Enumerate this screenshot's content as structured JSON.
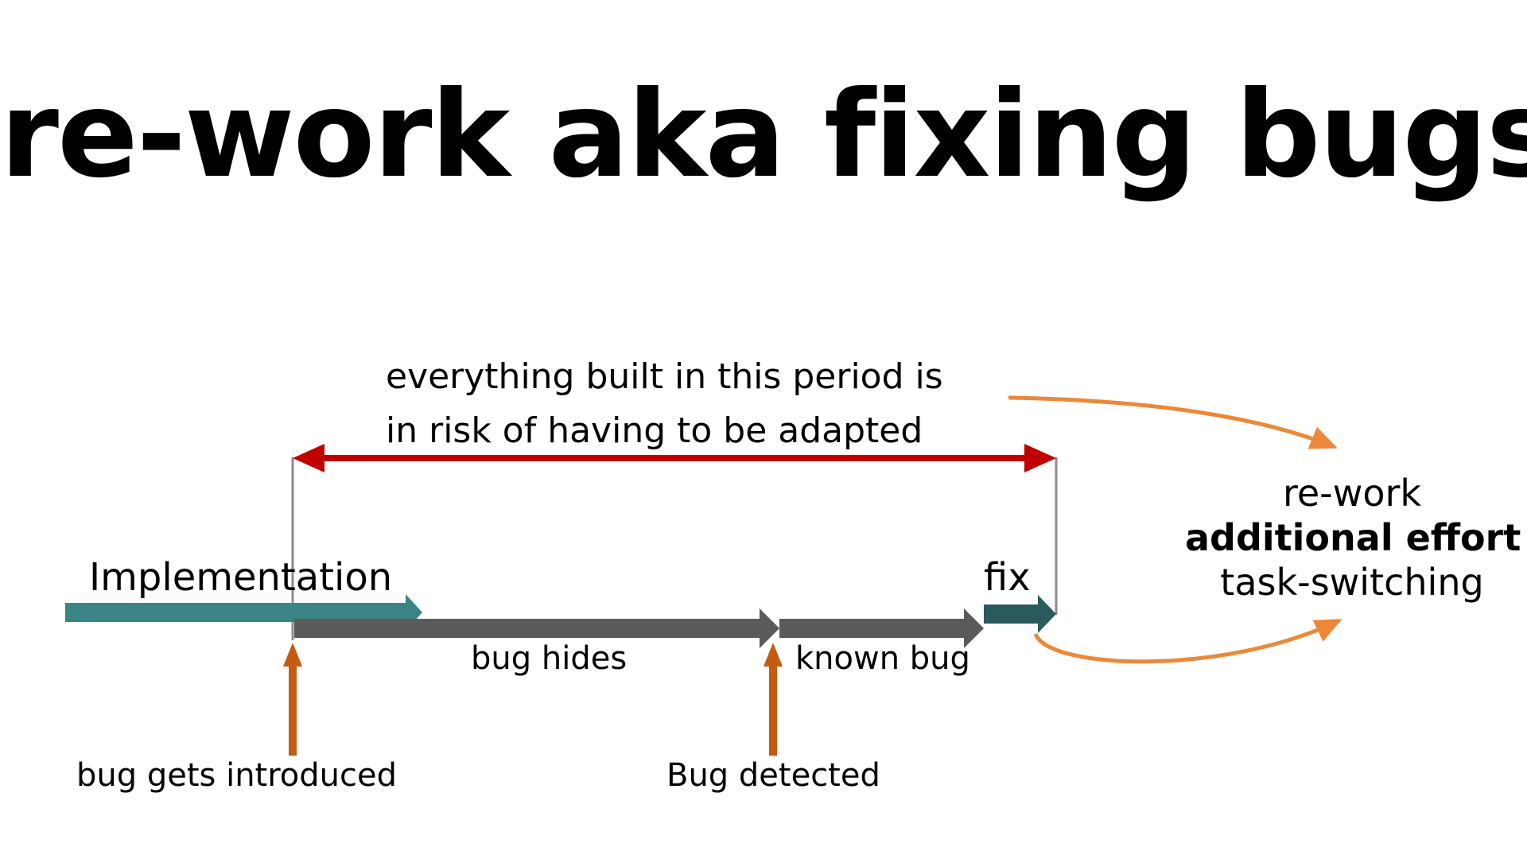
{
  "title": "re-work aka fixing bugs",
  "period_label": {
    "line1": "everything built in this period is",
    "line2": "in risk of having to be adapted"
  },
  "timeline": {
    "implementation": "Implementation",
    "bug_hides": "bug hides",
    "known_bug": "known bug",
    "fix": "fix"
  },
  "events": {
    "introduced": "bug gets introduced",
    "detected": "Bug detected"
  },
  "outcome": {
    "line1": "re-work",
    "line2": "additional effort",
    "line3": "task-switching"
  },
  "colors": {
    "implementation": "#3a8584",
    "bug_phase": "#5a5a5a",
    "fix": "#2b5a5e",
    "period_arrow": "#c00000",
    "event_arrow": "#c55a11",
    "outcome_arrow": "#ed8838",
    "guide_line": "#8c8c8c"
  }
}
